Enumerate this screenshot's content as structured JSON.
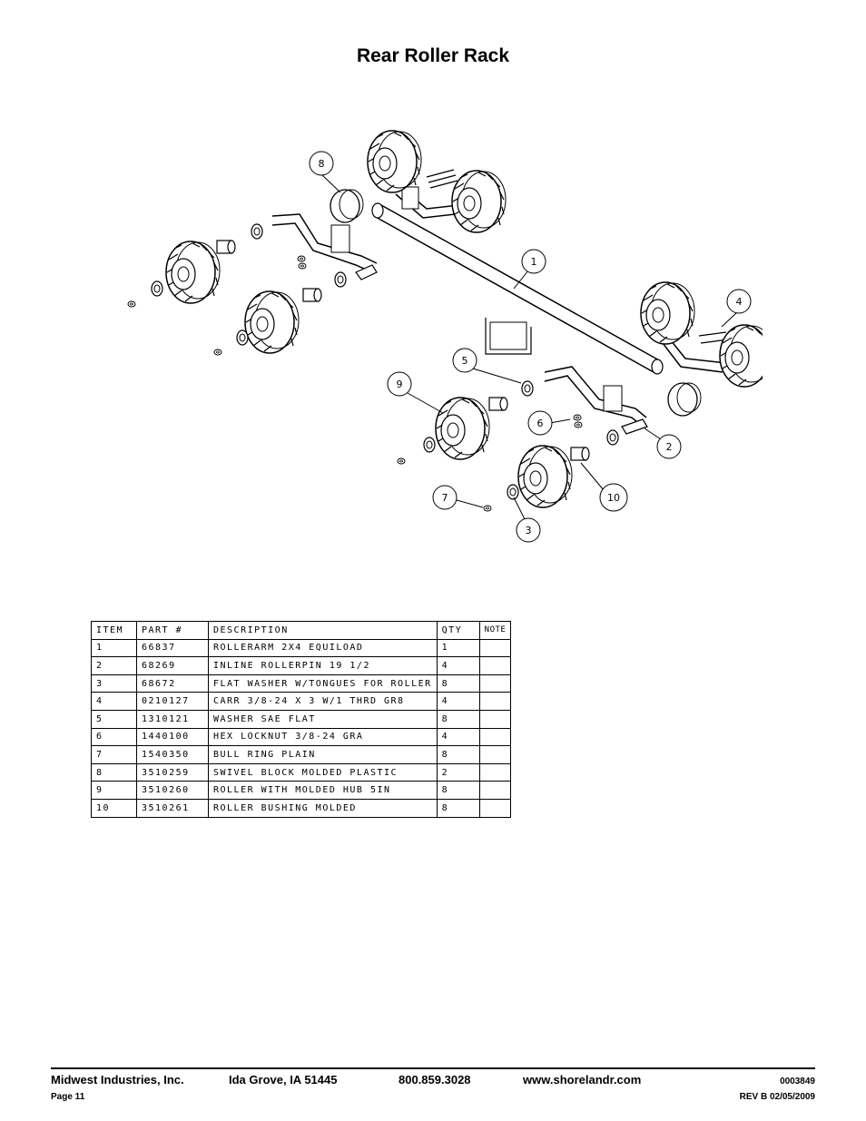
{
  "page_title": "Rear Roller Rack",
  "callouts": [
    "1",
    "2",
    "3",
    "4",
    "5",
    "6",
    "7",
    "8",
    "9",
    "10"
  ],
  "table": {
    "headers": [
      "ITEM",
      "PART #",
      "DESCRIPTION",
      "QTY",
      "NOTE"
    ],
    "rows": [
      [
        "1",
        "66837",
        "ROLLERARM  2X4 EQUILOAD",
        "1",
        ""
      ],
      [
        "2",
        "68269",
        "INLINE ROLLERPIN 19 1/2",
        "4",
        ""
      ],
      [
        "3",
        "68672",
        "FLAT WASHER W/TONGUES FOR ROLLER",
        "8",
        ""
      ],
      [
        "4",
        "0210127",
        "CARR 3/8-24 X 3 W/1 THRD GR8",
        "4",
        ""
      ],
      [
        "5",
        "1310121",
        "WASHER SAE FLAT",
        "8",
        ""
      ],
      [
        "6",
        "1440100",
        "HEX LOCKNUT 3/8-24 GRA",
        "4",
        ""
      ],
      [
        "7",
        "1540350",
        "BULL RING PLAIN",
        "8",
        ""
      ],
      [
        "8",
        "3510259",
        "SWIVEL BLOCK MOLDED PLASTIC",
        "2",
        ""
      ],
      [
        "9",
        "3510260",
        "ROLLER WITH MOLDED HUB  5IN",
        "8",
        ""
      ],
      [
        "10",
        "3510261",
        "ROLLER BUSHING MOLDED",
        "8",
        ""
      ]
    ]
  },
  "footer": {
    "company": "Midwest Industries, Inc.",
    "city": "Ida Grove, IA  51445",
    "phone": "800.859.3028",
    "website": "www.shorelandr.com",
    "doc_number": "0003849",
    "page": "Page 11",
    "revision": "REV B  02/05/2009"
  }
}
